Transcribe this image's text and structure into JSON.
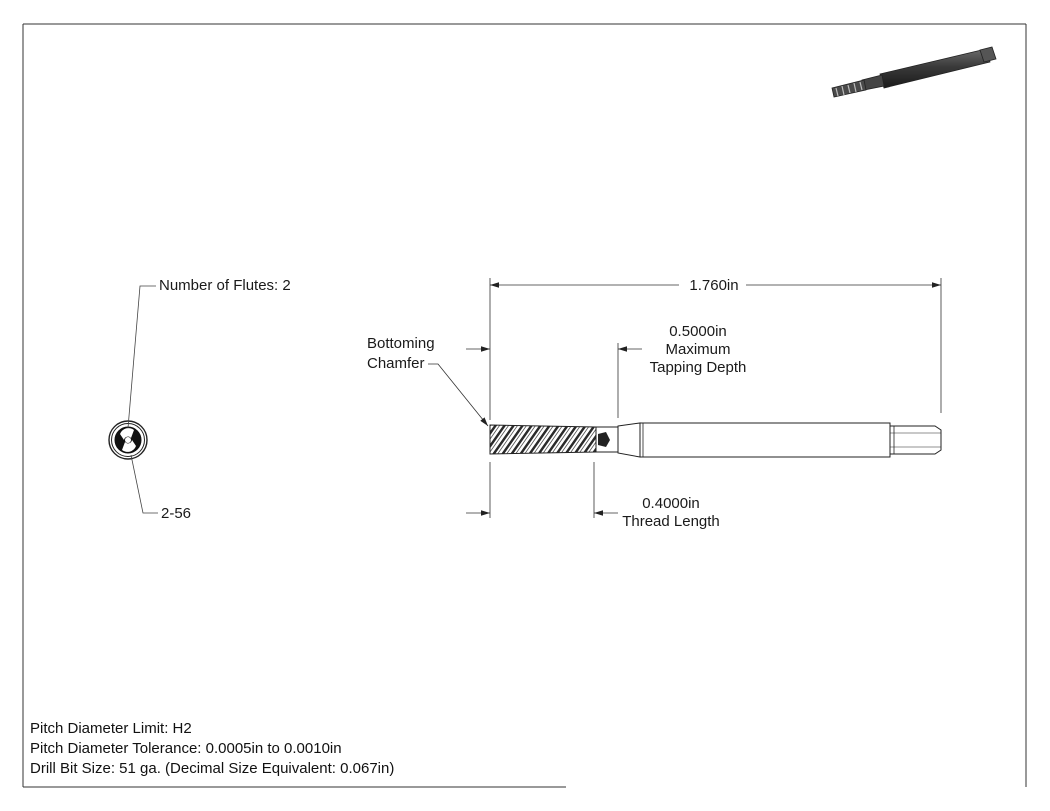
{
  "callouts": {
    "flutes": "Number of Flutes: 2",
    "thread_size": "2-56",
    "bottoming": [
      "Bottoming",
      "Chamfer"
    ]
  },
  "dimensions": {
    "overall_length": "1.760in",
    "max_tapping_depth": [
      "0.5000in",
      "Maximum",
      "Tapping Depth"
    ],
    "thread_length": [
      "0.4000in",
      "Thread Length"
    ]
  },
  "notes": [
    "Pitch Diameter Limit: H2",
    "Pitch Diameter Tolerance: 0.0005in to 0.0010in",
    "Drill Bit Size: 51 ga. (Decimal Size Equivalent: 0.067in)"
  ],
  "colors": {
    "line": "#222222",
    "iso_body": "#3a3a3a"
  }
}
